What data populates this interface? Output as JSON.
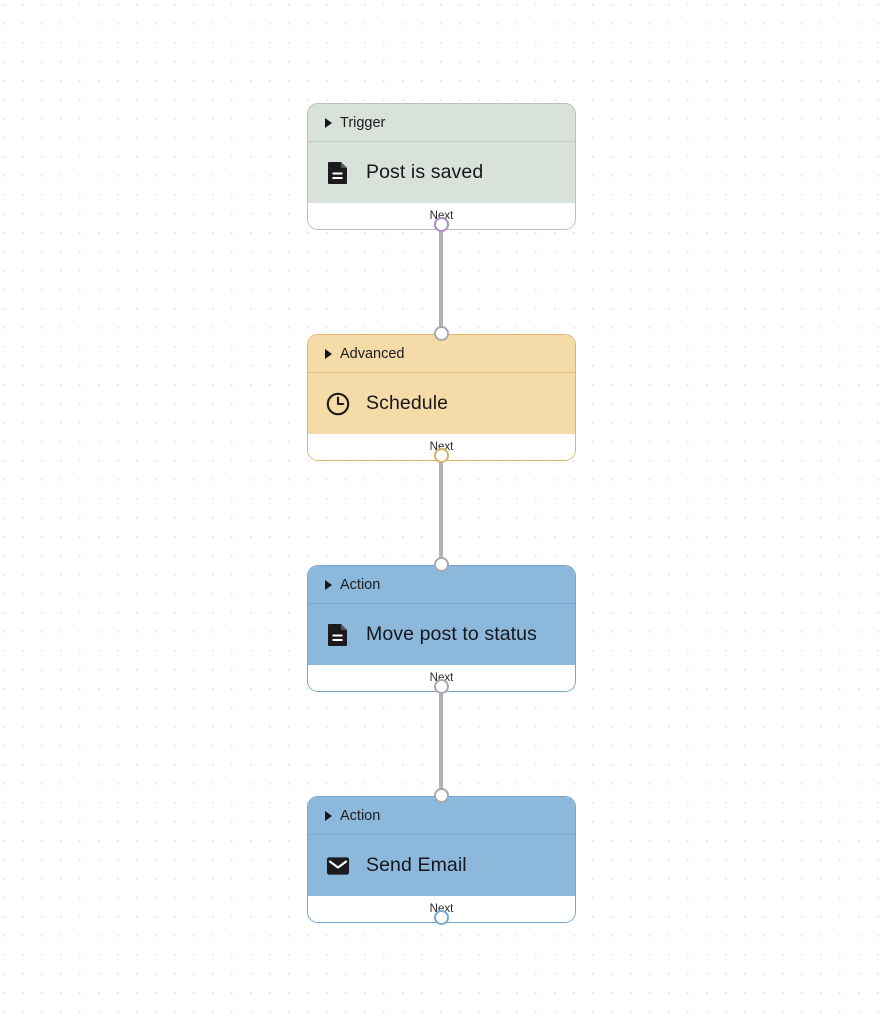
{
  "canvas": {
    "grid_dot_color": "#e6e1e1",
    "background_color": "#ffffff"
  },
  "edge_label": "Next",
  "nodes": [
    {
      "id": "trigger-post-is-saved",
      "category": "Trigger",
      "title": "Post is saved",
      "icon": "document-icon",
      "footer_label": "Next",
      "color": "#d8e1da",
      "border_color": "#b6c3b9",
      "target_handle": null,
      "source_handle_color": "#b08bbd"
    },
    {
      "id": "advanced-schedule",
      "category": "Advanced",
      "title": "Schedule",
      "icon": "clock-icon",
      "footer_label": "Next",
      "color": "#f4dba8",
      "border_color": "#dcb56c",
      "target_handle": "#a8a8ae",
      "source_handle_color": "#d9b26a"
    },
    {
      "id": "action-move-post-to-status",
      "category": "Action",
      "title": "Move post to status",
      "icon": "document-icon",
      "footer_label": "Next",
      "color": "#8cb8dc",
      "border_color": "#76a6d0",
      "target_handle": "#a8a8ae",
      "source_handle_color": "#a8a8ae"
    },
    {
      "id": "action-send-email",
      "category": "Action",
      "title": "Send Email",
      "icon": "envelope-icon",
      "footer_label": "Next",
      "color": "#8cb8dc",
      "border_color": "#76a6d0",
      "target_handle": "#a8a8ae",
      "source_handle_color": "#7aa9d2"
    }
  ],
  "edges": [
    {
      "from": "trigger-post-is-saved",
      "to": "advanced-schedule"
    },
    {
      "from": "advanced-schedule",
      "to": "action-move-post-to-status"
    },
    {
      "from": "action-move-post-to-status",
      "to": "action-send-email"
    }
  ]
}
